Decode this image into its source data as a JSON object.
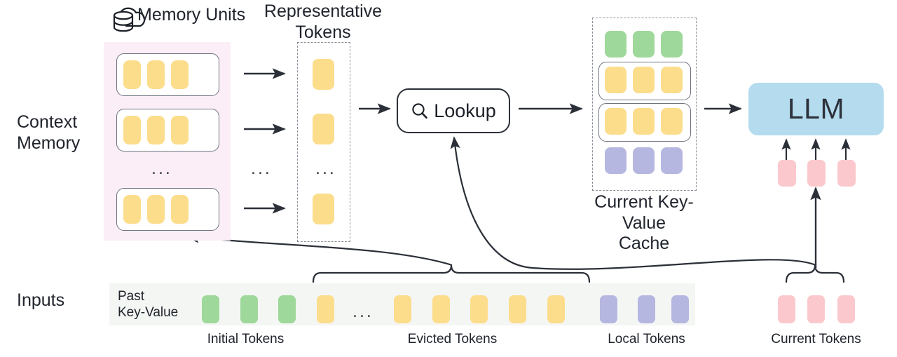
{
  "diagram": {
    "title_visible": false,
    "colors": {
      "yellow_token": "#fcdd8b",
      "green_token": "#9ed89a",
      "purple_token": "#b6b7e0",
      "pink_token": "#fbc9cd",
      "context_panel_bg": "#fbeef6",
      "input_strip_bg": "#f4f6f4",
      "llm_box": "#b4dcee",
      "stroke": "#2b2f38",
      "dashed_stroke": "#8b8f98"
    }
  },
  "labels": {
    "memory_units": "Memory Units",
    "representative_tokens": "Representative\nTokens",
    "context_memory": "Context\nMemory",
    "inputs": "Inputs",
    "past_key_value": "Past\nKey-Value",
    "current_kv_cache": "Current Key-Value\nCache",
    "initial_tokens": "Initial Tokens",
    "evicted_tokens": "Evicted Tokens",
    "local_tokens": "Local Tokens",
    "current_tokens": "Current Tokens",
    "ellipsis": "..."
  },
  "lookup": {
    "label": "Lookup",
    "icon": "magnifier-icon"
  },
  "llm": {
    "label": "LLM"
  },
  "memory_units": [
    {
      "tokens": [
        "yellow",
        "yellow",
        "yellow"
      ]
    },
    {
      "tokens": [
        "yellow",
        "yellow",
        "yellow"
      ]
    },
    {
      "tokens": [
        "yellow",
        "yellow",
        "yellow"
      ]
    }
  ],
  "representative_tokens": [
    "yellow",
    "yellow",
    "yellow"
  ],
  "kv_cache_rows": [
    {
      "framed": false,
      "tokens": [
        "green",
        "green",
        "green"
      ]
    },
    {
      "framed": true,
      "tokens": [
        "yellow",
        "yellow",
        "yellow"
      ]
    },
    {
      "framed": true,
      "tokens": [
        "yellow",
        "yellow",
        "yellow"
      ]
    },
    {
      "framed": false,
      "tokens": [
        "purple",
        "purple",
        "purple"
      ]
    }
  ],
  "llm_input_tokens": [
    "pink",
    "pink",
    "pink"
  ],
  "input_sequence": {
    "initial": [
      "green",
      "green",
      "green"
    ],
    "evicted_head": [
      "yellow"
    ],
    "evicted_tail": [
      "yellow",
      "yellow",
      "yellow",
      "yellow",
      "yellow"
    ],
    "local": [
      "purple",
      "purple",
      "purple"
    ]
  },
  "current_tokens": [
    "pink",
    "pink",
    "pink"
  ],
  "arrows": [
    {
      "name": "memunit-1-to-rep",
      "type": "straight-right"
    },
    {
      "name": "memunit-2-to-rep",
      "type": "straight-right"
    },
    {
      "name": "memunit-3-to-rep",
      "type": "straight-right"
    },
    {
      "name": "rep-to-lookup",
      "type": "straight-right"
    },
    {
      "name": "lookup-to-kvcache",
      "type": "straight-right"
    },
    {
      "name": "kvcache-to-llm",
      "type": "straight-right"
    },
    {
      "name": "evicted-to-context-memory",
      "type": "curved"
    },
    {
      "name": "current-tokens-to-lookup",
      "type": "curved"
    },
    {
      "name": "current-tokens-to-llm",
      "type": "straight-up"
    }
  ]
}
